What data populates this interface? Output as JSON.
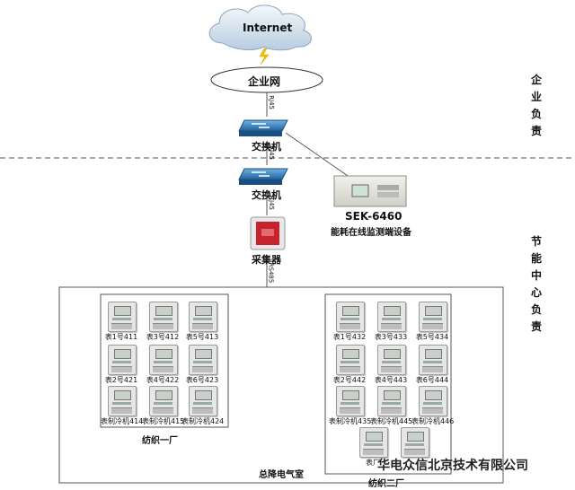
{
  "nodes": {
    "internet": "Internet",
    "enterprise_net": "企业网",
    "switch_top": "交换机",
    "switch_bottom": "交换机",
    "collector": "采集器",
    "device_model": "SEK-6460",
    "device_desc": "能耗在线监测端设备"
  },
  "link_labels": {
    "rj45_top": "RJ45",
    "rj45_mid": "RJ45",
    "rj45_low": "RJ45",
    "rs485": "RS485"
  },
  "zones": {
    "enterprise": "企业负责",
    "center": "节能中心负责"
  },
  "room_label": "总降电气室",
  "factory1": {
    "name": "纺织一厂",
    "meters": [
      "表1号411",
      "表3号412",
      "表5号413",
      "表2号421",
      "表4号422",
      "表6号423",
      "表制冷机414",
      "表制冷机415",
      "表制冷机424"
    ]
  },
  "factory2": {
    "name": "纺织二厂",
    "meters": [
      "表1号432",
      "表3号433",
      "表5号434",
      "表2号442",
      "表4号443",
      "表6号444",
      "表制冷机435",
      "表制冷机445",
      "表制冷机446",
      "表厂",
      ""
    ]
  },
  "watermark": "华电众信北京技术有限公司"
}
